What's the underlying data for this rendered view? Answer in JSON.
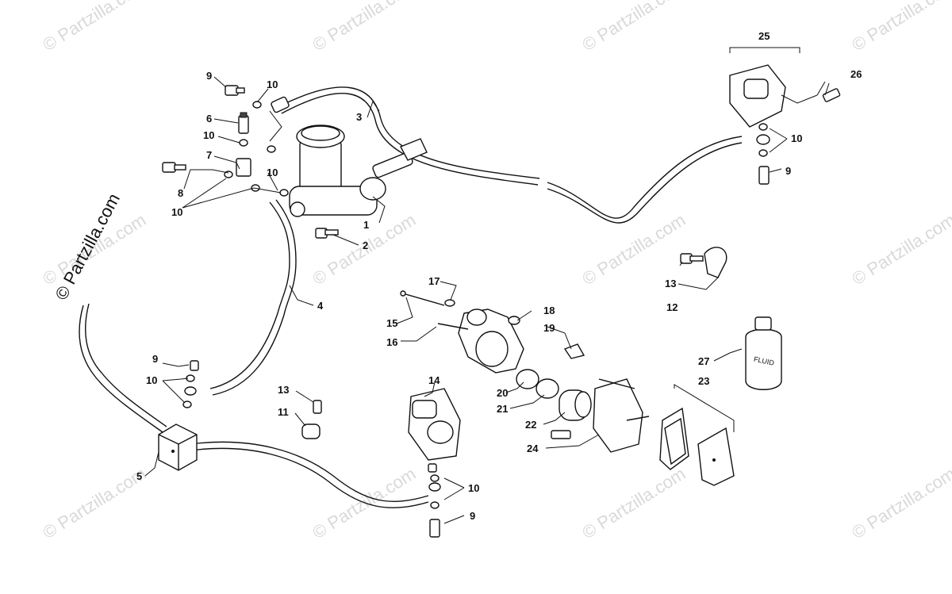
{
  "watermark": {
    "text": "© Partzilla.com"
  },
  "side_watermark": {
    "text": "© Partzilla.com"
  },
  "bottle_label": "FLUID",
  "callouts": [
    {
      "id": "c1",
      "text": "1"
    },
    {
      "id": "c2",
      "text": "2"
    },
    {
      "id": "c3",
      "text": "3"
    },
    {
      "id": "c4",
      "text": "4"
    },
    {
      "id": "c5",
      "text": "5"
    },
    {
      "id": "c6",
      "text": "6"
    },
    {
      "id": "c7",
      "text": "7"
    },
    {
      "id": "c8",
      "text": "8"
    },
    {
      "id": "c9a",
      "text": "9"
    },
    {
      "id": "c9b",
      "text": "9"
    },
    {
      "id": "c9c",
      "text": "9"
    },
    {
      "id": "c9d",
      "text": "9"
    },
    {
      "id": "c10a",
      "text": "10"
    },
    {
      "id": "c10b",
      "text": "10"
    },
    {
      "id": "c10c",
      "text": "10"
    },
    {
      "id": "c10d",
      "text": "10"
    },
    {
      "id": "c10e",
      "text": "10"
    },
    {
      "id": "c10f",
      "text": "10"
    },
    {
      "id": "c10g",
      "text": "10"
    },
    {
      "id": "c11",
      "text": "11"
    },
    {
      "id": "c12",
      "text": "12"
    },
    {
      "id": "c13a",
      "text": "13"
    },
    {
      "id": "c13b",
      "text": "13"
    },
    {
      "id": "c14",
      "text": "14"
    },
    {
      "id": "c15",
      "text": "15"
    },
    {
      "id": "c16",
      "text": "16"
    },
    {
      "id": "c17",
      "text": "17"
    },
    {
      "id": "c18",
      "text": "18"
    },
    {
      "id": "c19",
      "text": "19"
    },
    {
      "id": "c20",
      "text": "20"
    },
    {
      "id": "c21",
      "text": "21"
    },
    {
      "id": "c22",
      "text": "22"
    },
    {
      "id": "c23",
      "text": "23"
    },
    {
      "id": "c24",
      "text": "24"
    },
    {
      "id": "c25",
      "text": "25"
    },
    {
      "id": "c26",
      "text": "26"
    },
    {
      "id": "c27",
      "text": "27"
    }
  ]
}
